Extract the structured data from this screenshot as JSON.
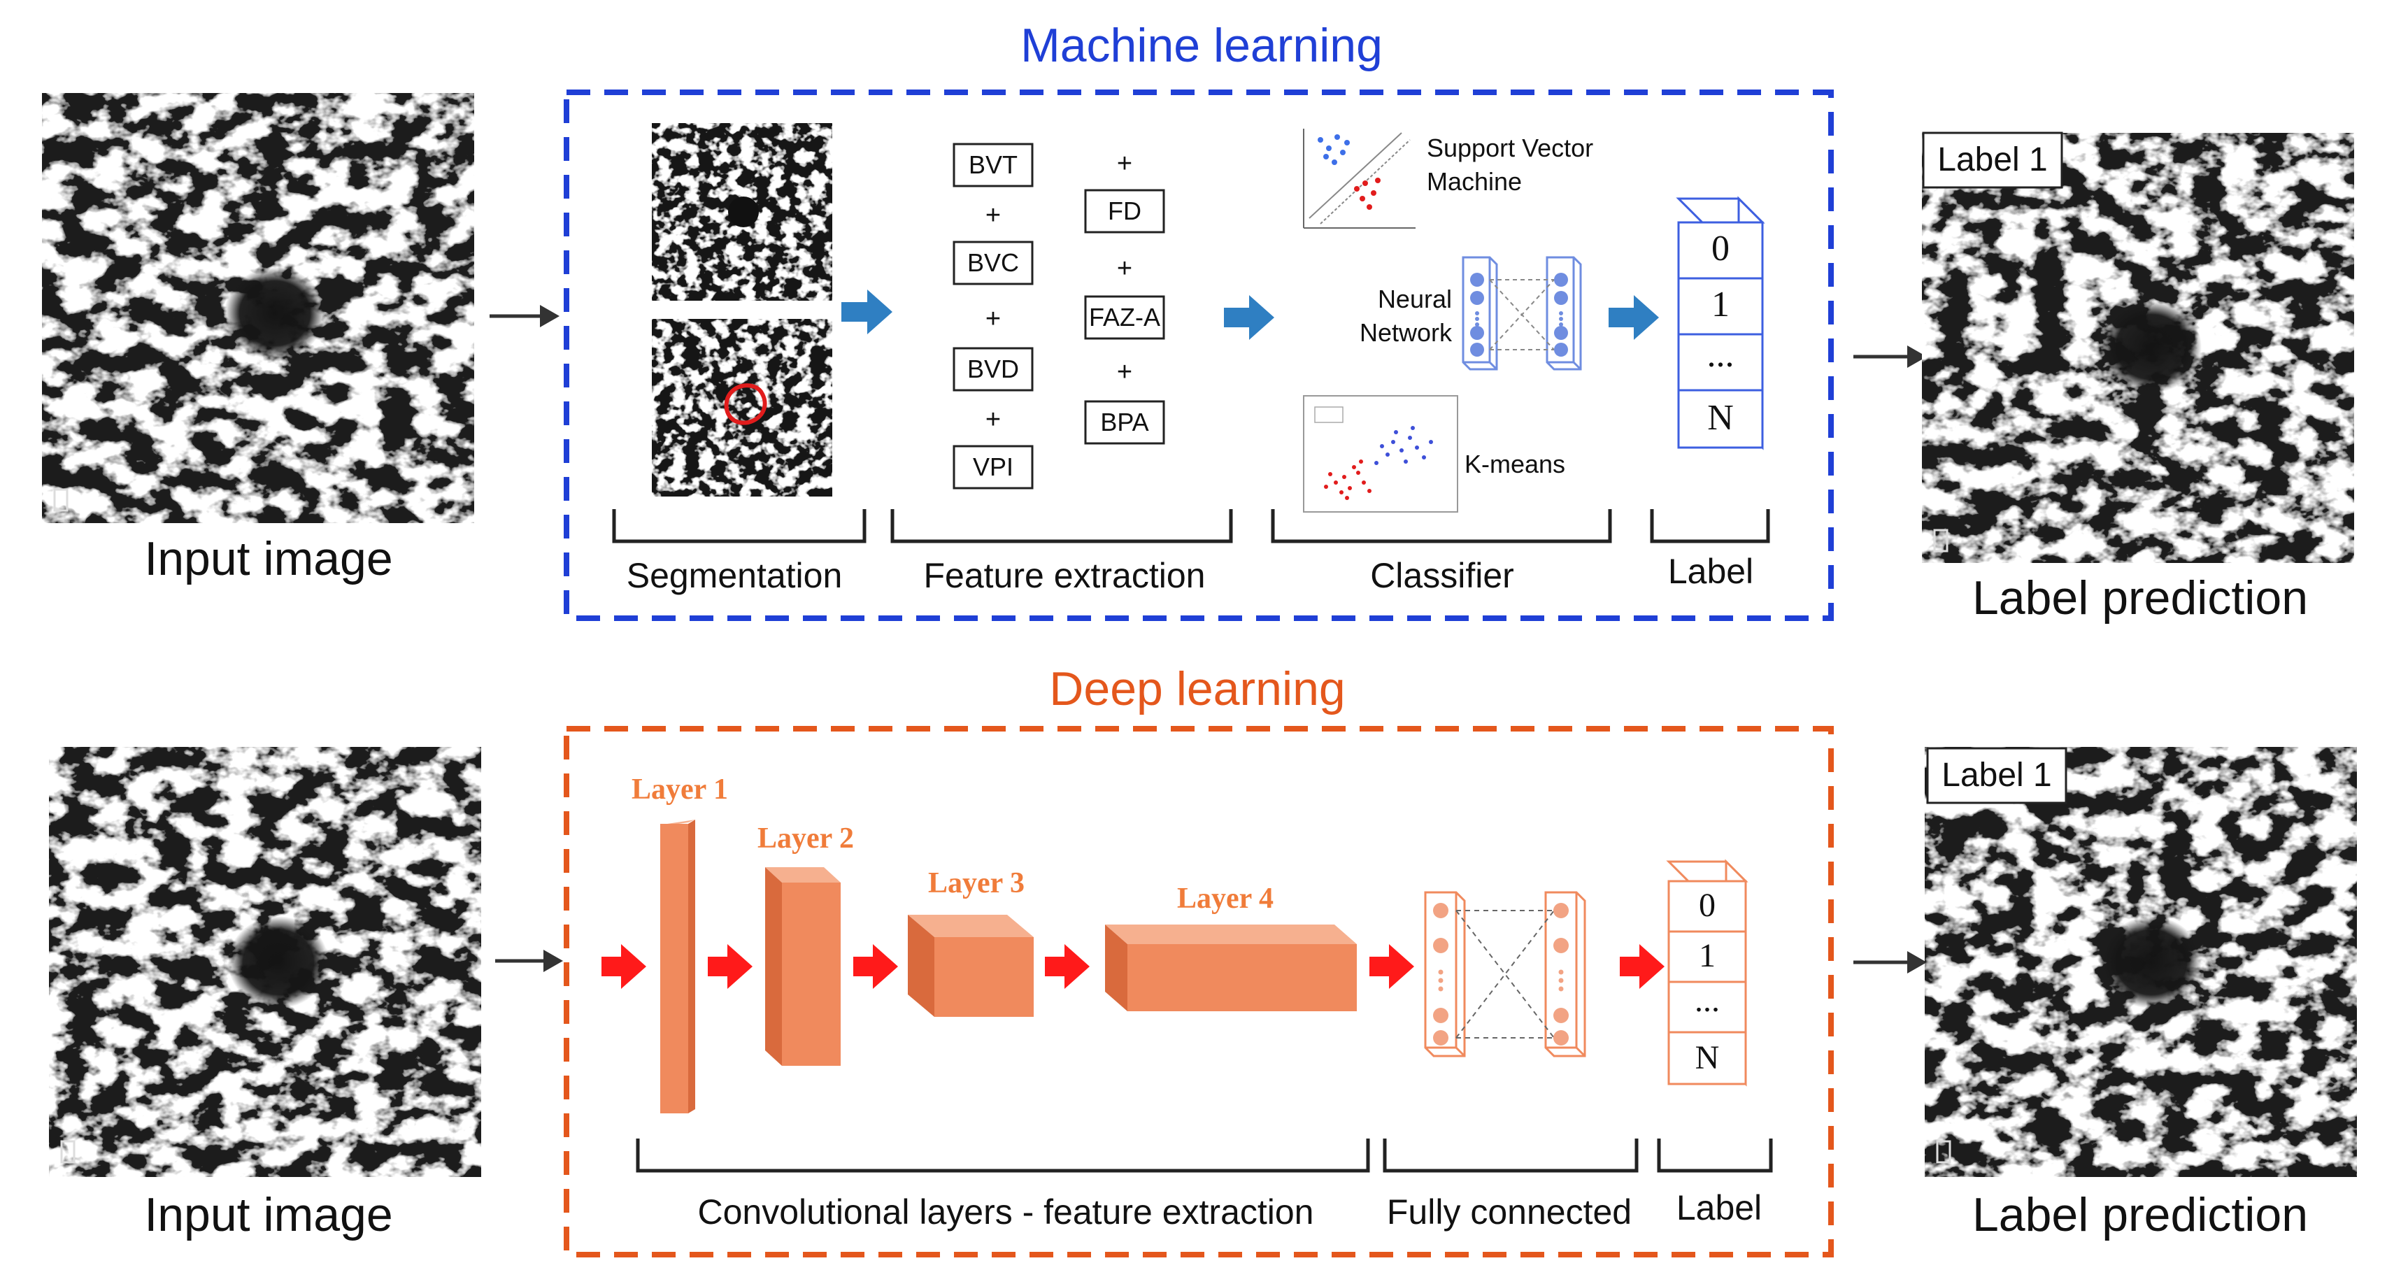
{
  "colors": {
    "ml_accent": "#1f3fd6",
    "dl_accent": "#e4571c",
    "layer_fill": "#f08a5d",
    "red_arrow": "#ff1a1a",
    "blue_arrow": "#2f7fc2",
    "node_blue": "#6f8de0",
    "node_orange": "#f2a383"
  },
  "icons": {
    "oct_image": "oct-angiography-image",
    "flow_arrow": "arrow-right-icon",
    "scatter_plot": "scatter-plot-icon"
  },
  "ml": {
    "title": "Machine learning",
    "input_label": "Input image",
    "output_label": "Label prediction",
    "output_tag": "Label 1",
    "features_left": [
      "BVT",
      "BVC",
      "BVD",
      "VPI"
    ],
    "features_right": [
      "FD",
      "FAZ-A",
      "BPA"
    ],
    "plus": "+",
    "svm": [
      "Support Vector",
      "Machine"
    ],
    "nn": [
      "Neural",
      "Network"
    ],
    "kmeans": "K-means",
    "label_values": [
      "0",
      "1",
      "...",
      "N"
    ],
    "section_labels": [
      "Segmentation",
      "Feature extraction",
      "Classifier",
      "Label"
    ]
  },
  "dl": {
    "title": "Deep learning",
    "input_label": "Input image",
    "output_label": "Label prediction",
    "output_tag": "Label 1",
    "layers": [
      "Layer 1",
      "Layer 2",
      "Layer 3",
      "Layer 4"
    ],
    "label_values": [
      "0",
      "1",
      "...",
      "N"
    ],
    "section_labels": [
      "Convolutional layers - feature extraction",
      "Fully connected",
      "Label"
    ]
  }
}
